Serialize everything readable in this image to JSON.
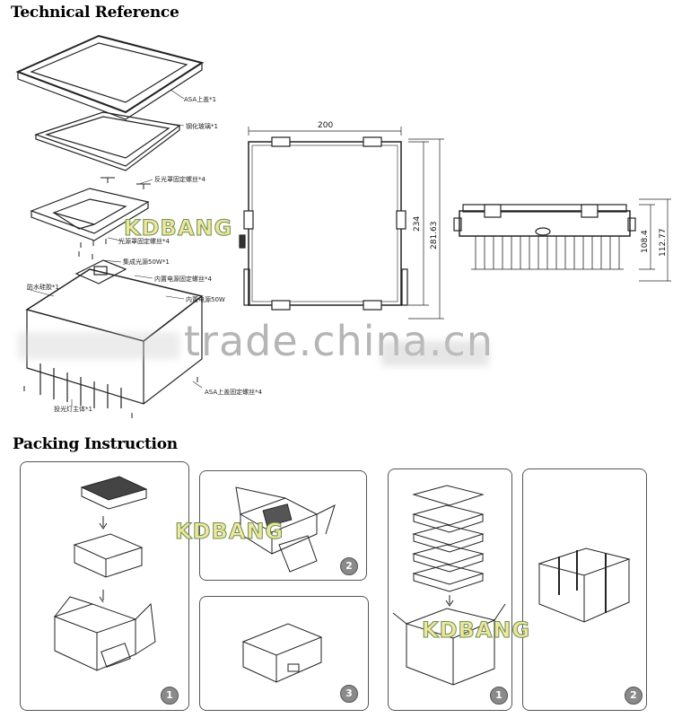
{
  "headings": {
    "technical": "Technical Reference",
    "packing": "Packing Instruction"
  },
  "callouts": {
    "asa_top_cover": "ASA上盖*1",
    "tempered_glass": "钢化玻璃*1",
    "reflector_screw": "反光罩固定螺丝*4",
    "reflector": "光源罩固定螺丝*4",
    "led_light_source": "集成光源50W*1",
    "power_screw": "内置电源固定螺丝*4",
    "waterproof_gasket": "防水硅胶*1",
    "power_supply": "内置电源50W",
    "lamp_body": "投光灯主体*1",
    "asa_cover_screw": "ASA上盖固定螺丝*4"
  },
  "dimensions": {
    "width": "200",
    "height_inner": "234",
    "height_outer": "281.63",
    "side_height_inner": "108.4",
    "side_height_outer": "112.77"
  },
  "steps": {
    "panel1": "1",
    "panel2": "2",
    "panel3": "3",
    "panel4": "1",
    "panel5": "2"
  },
  "watermarks": {
    "brand": "KDBANG",
    "site": "trade.china.cn"
  }
}
